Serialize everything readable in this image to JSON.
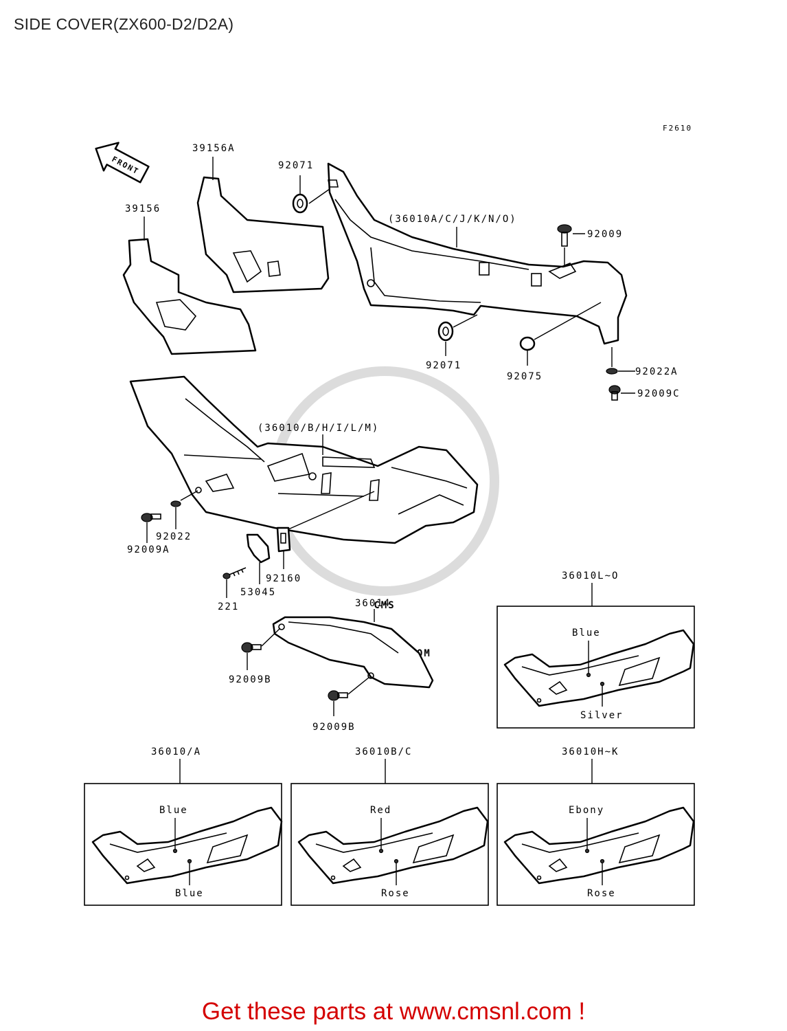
{
  "page": {
    "title": "SIDE COVER(ZX600-D2/D2A)",
    "figure_code": "F2610",
    "front_label": "FRONT"
  },
  "watermark": {
    "brand": "CMS",
    "url": "WWW.CMSNL.COM"
  },
  "parts": {
    "p39156a": "39156A",
    "p39156": "39156",
    "p92071_top": "92071",
    "p36010_upper": "(36010A/C/J/K/N/O)",
    "p92009": "92009",
    "p92071_bottom": "92071",
    "p92075": "92075",
    "p92022a": "92022A",
    "p92009c": "92009C",
    "p36010_lower": "(36010/B/H/I/L/M)",
    "p92022": "92022",
    "p92009a": "92009A",
    "p92160": "92160",
    "p53045": "53045",
    "p221": "221",
    "p36014": "36014",
    "p92009b_left": "92009B",
    "p92009b_right": "92009B"
  },
  "color_variants": [
    {
      "title": "36010L~O",
      "top_color": "Blue",
      "bottom_color": "Silver"
    },
    {
      "title": "36010/A",
      "top_color": "Blue",
      "bottom_color": "Blue"
    },
    {
      "title": "36010B/C",
      "top_color": "Red",
      "bottom_color": "Rose"
    },
    {
      "title": "36010H~K",
      "top_color": "Ebony",
      "bottom_color": "Rose"
    }
  ],
  "footer": {
    "link_text": "Get these parts at www.cmsnl.com !"
  },
  "colors": {
    "footer_red": "#d40000",
    "line": "#000000",
    "watermark": "#dcdcdc"
  }
}
